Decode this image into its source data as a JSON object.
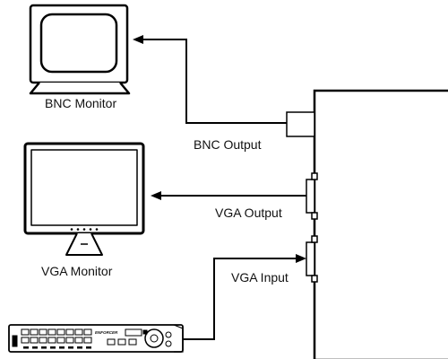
{
  "labels": {
    "bnc_monitor": "BNC Monitor",
    "bnc_output": "BNC Output",
    "vga_monitor": "VGA Monitor",
    "vga_output": "VGA Output",
    "vga_input": "VGA Input",
    "dvr_brand": "ENFORCER"
  }
}
